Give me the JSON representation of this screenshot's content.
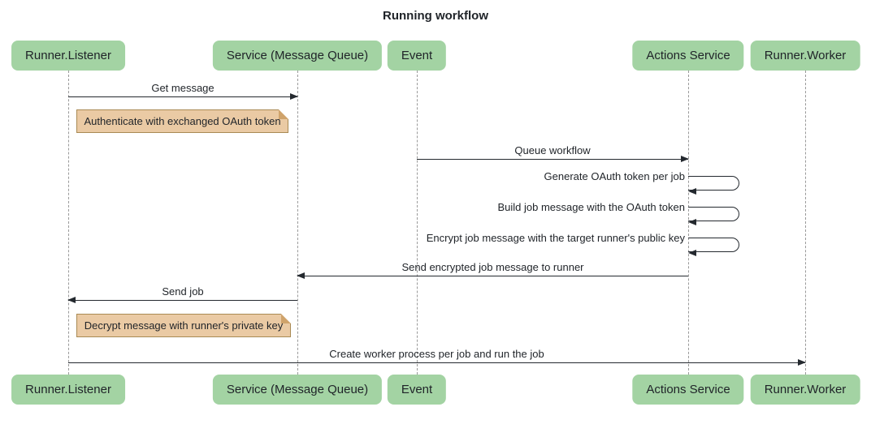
{
  "diagram": {
    "title": "Running workflow",
    "actors": [
      {
        "id": "runner-listener",
        "label": "Runner.Listener"
      },
      {
        "id": "service-message-queue",
        "label": "Service (Message Queue)"
      },
      {
        "id": "event",
        "label": "Event"
      },
      {
        "id": "actions-service",
        "label": "Actions Service"
      },
      {
        "id": "runner-worker",
        "label": "Runner.Worker"
      }
    ],
    "messages": [
      {
        "label": "Get message",
        "from": "Runner.Listener",
        "to": "Service (Message Queue)",
        "direction": "right"
      },
      {
        "label": "Queue workflow",
        "from": "Event",
        "to": "Actions Service",
        "direction": "right"
      },
      {
        "label": "Generate OAuth token per job",
        "from": "Actions Service",
        "to": "Actions Service",
        "direction": "self"
      },
      {
        "label": "Build job message with the OAuth token",
        "from": "Actions Service",
        "to": "Actions Service",
        "direction": "self"
      },
      {
        "label": "Encrypt job message with the target runner's public key",
        "from": "Actions Service",
        "to": "Actions Service",
        "direction": "self"
      },
      {
        "label": "Send encrypted job message to runner",
        "from": "Actions Service",
        "to": "Service (Message Queue)",
        "direction": "left"
      },
      {
        "label": "Send job",
        "from": "Service (Message Queue)",
        "to": "Runner.Listener",
        "direction": "left"
      },
      {
        "label": "Create worker process per job and run the job",
        "from": "Runner.Listener",
        "to": "Runner.Worker",
        "direction": "right"
      }
    ],
    "notes": [
      {
        "text": "Authenticate with exchanged OAuth token"
      },
      {
        "text": "Decrypt message with runner's private key"
      }
    ]
  },
  "colors": {
    "actor_fill": "#a3d3a3",
    "note_fill": "#eacaa4",
    "note_border": "#a98a54",
    "line": "#24292f",
    "lifeline": "#9a9a9a",
    "bg": "#ffffff"
  }
}
